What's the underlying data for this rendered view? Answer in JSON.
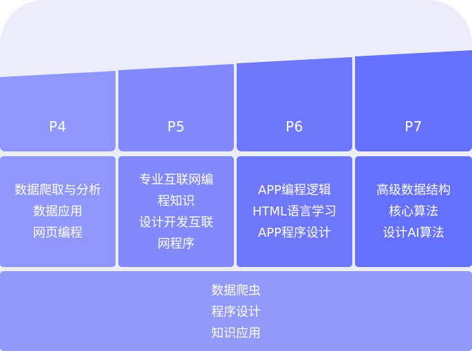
{
  "colors": {
    "background": "#ecedfa",
    "p4": "#8f97fb",
    "p5": "#8189fb",
    "p6": "#6f77fa",
    "p7": "#6570fd",
    "base": "#9199f9"
  },
  "levels": [
    {
      "label": "P4",
      "lines": [
        "数据爬取与分析",
        "数据应用",
        "网页编程"
      ]
    },
    {
      "label": "P5",
      "lines": [
        "专业互联网编",
        "程知识",
        "设计开发互联",
        "网程序"
      ]
    },
    {
      "label": "P6",
      "lines": [
        "APP编程逻辑",
        "HTML语言学习",
        "APP程序设计"
      ]
    },
    {
      "label": "P7",
      "lines": [
        "高级数据结构",
        "核心算法",
        "设计AI算法"
      ]
    }
  ],
  "base": {
    "lines": [
      "数据爬虫",
      "程序设计",
      "知识应用"
    ]
  }
}
